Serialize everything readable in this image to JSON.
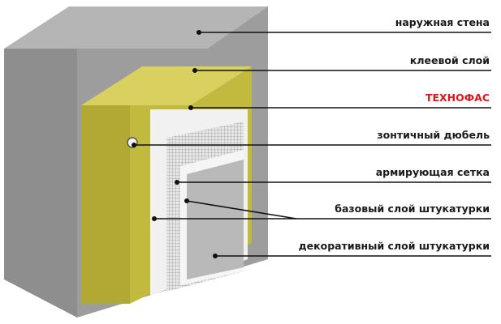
{
  "labels": [
    {
      "text": "наружная стена"
    },
    {
      "text": "клеевой слой"
    },
    {
      "text": "ТЕХНОФАС"
    },
    {
      "text": "зонтичный дюбель"
    },
    {
      "text": "армирующая сетка"
    },
    {
      "text": "базовый слой штукатурки"
    },
    {
      "text": "декоративный слой штукатурки"
    }
  ],
  "colors": {
    "highlight": "#e0141b",
    "wall": "#8c8c8c",
    "insulation": "#c9c24a"
  }
}
